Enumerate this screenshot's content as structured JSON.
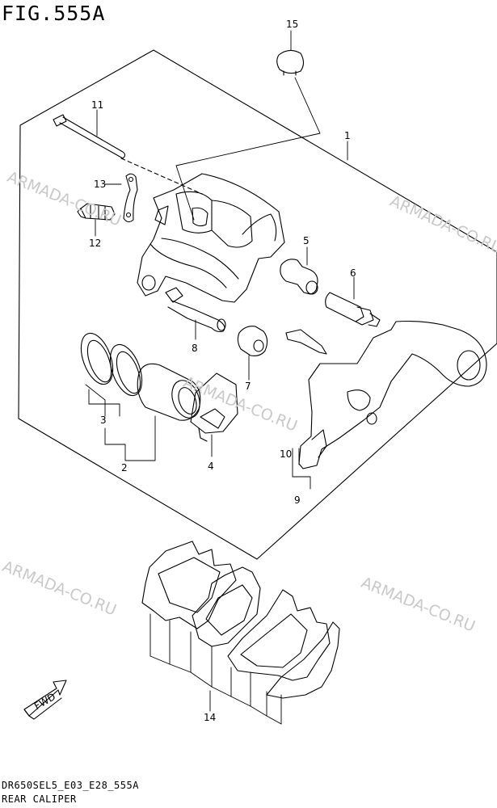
{
  "figure": {
    "title": "FIG.555A"
  },
  "watermarks": [
    "ARMADA-CO.RU",
    "ARMADA-CO.RU",
    "ARMADA-CO.RU",
    "ARMADA-CO.RU",
    "ARMADA-CO.RU"
  ],
  "callouts": [
    "1",
    "2",
    "3",
    "4",
    "5",
    "6",
    "7",
    "8",
    "9",
    "10",
    "11",
    "12",
    "13",
    "14",
    "15"
  ],
  "fwd_label": "FWD",
  "footer": {
    "code": "DR650SEL5_E03_E28_555A",
    "caption": "REAR CALIPER"
  }
}
